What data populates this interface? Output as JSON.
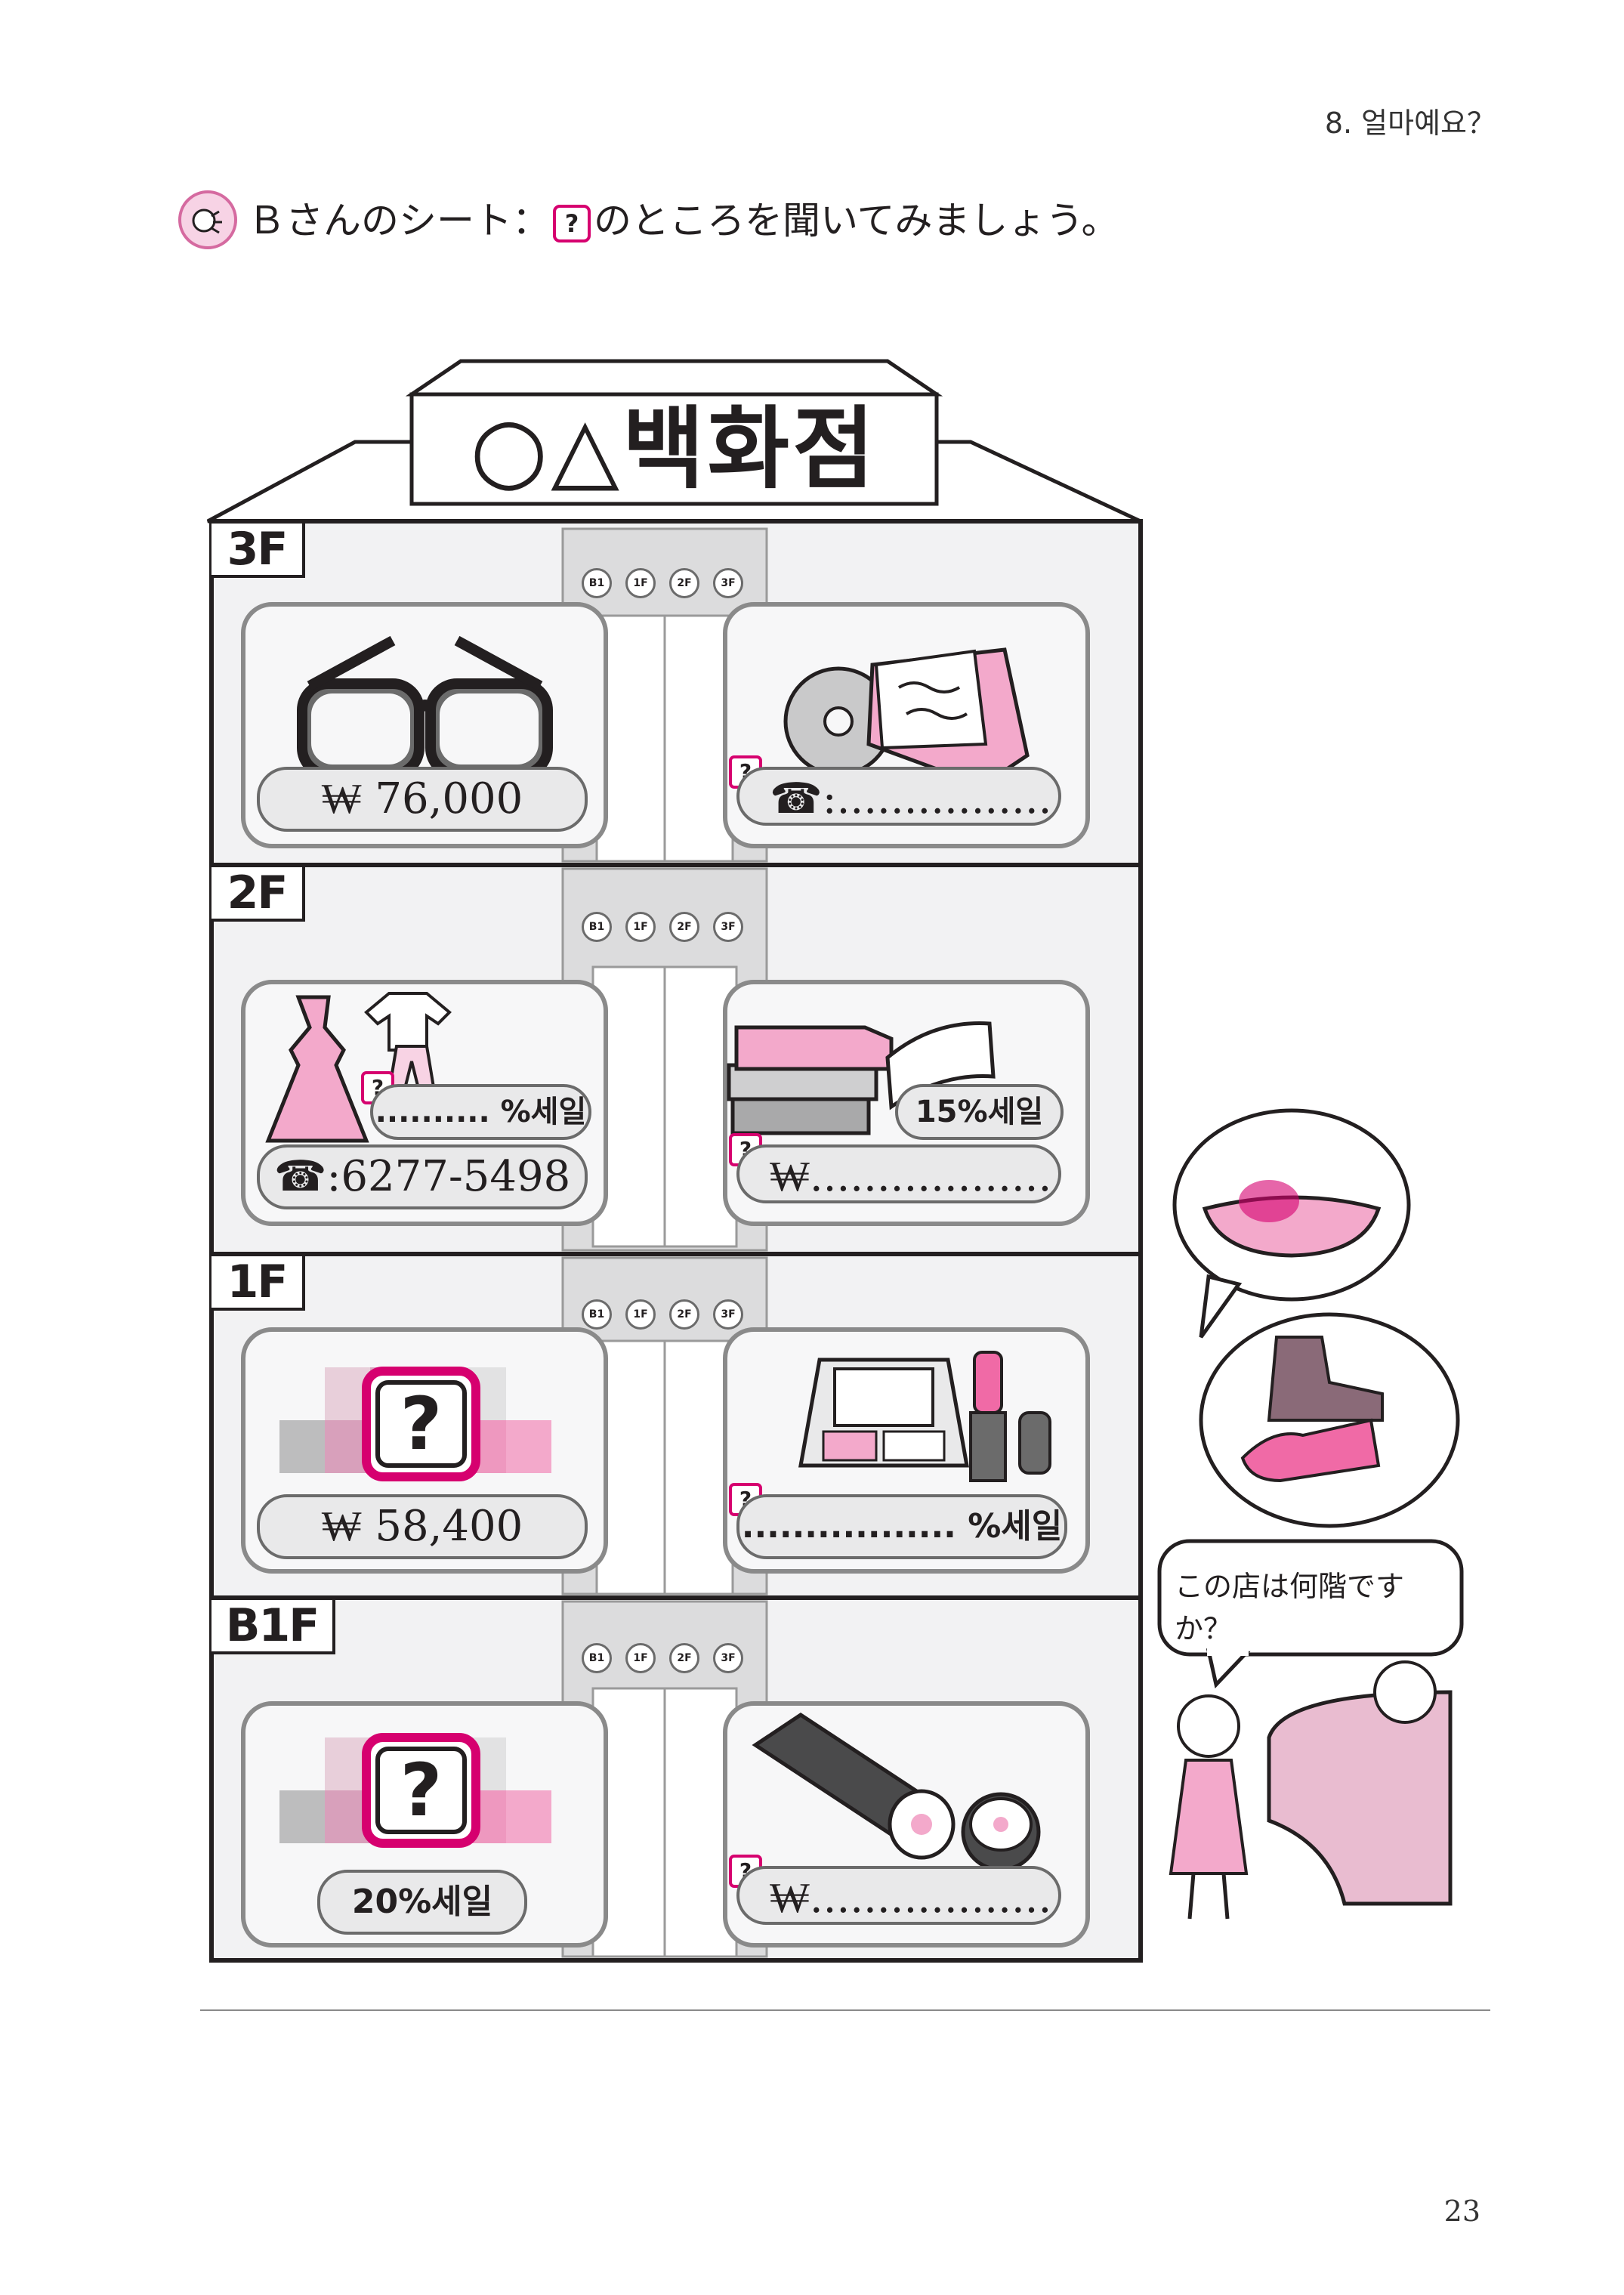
{
  "header": {
    "chapter": "8. 얼마예요？",
    "page_number": "23"
  },
  "instruction": {
    "prefix": "Ｂさんのシート：",
    "qmark": "?",
    "suffix": "のところを聞いてみましょう。"
  },
  "store": {
    "name": "○△백화점"
  },
  "floors": {
    "f3": {
      "label": "3F",
      "left": {
        "item": "glasses",
        "text": "₩ 76,000"
      },
      "right": {
        "item": "cd",
        "qmark": "?",
        "text": "☎:........................."
      }
    },
    "f2": {
      "label": "2F",
      "left": {
        "item": "clothes",
        "qmark": "?",
        "sale_text": ".......... %세일",
        "phone_text": "☎:6277-5498"
      },
      "right": {
        "item": "books",
        "sale_text": "15%세일",
        "qmark": "?",
        "text": "₩........................"
      }
    },
    "f1": {
      "label": "1F",
      "left": {
        "item": "hidden",
        "qmark": "?",
        "text": "₩ 58,400"
      },
      "right": {
        "item": "cosmetics",
        "qmark": "?",
        "text": "................. %세일"
      }
    },
    "b1": {
      "label": "B1F",
      "left": {
        "item": "hidden",
        "qmark": "?",
        "text": "20%세일"
      },
      "right": {
        "item": "kimbap",
        "qmark": "?",
        "text": "₩........................"
      }
    }
  },
  "elevator": {
    "buttons": [
      "B1",
      "1F",
      "2F",
      "3F"
    ]
  },
  "dialogue": {
    "question": "この店は何階ですか？"
  },
  "colors": {
    "accent": "#d6006f",
    "pink": "#f3a9cb",
    "panel": "#e9e9ea",
    "outline": "#231f20"
  }
}
